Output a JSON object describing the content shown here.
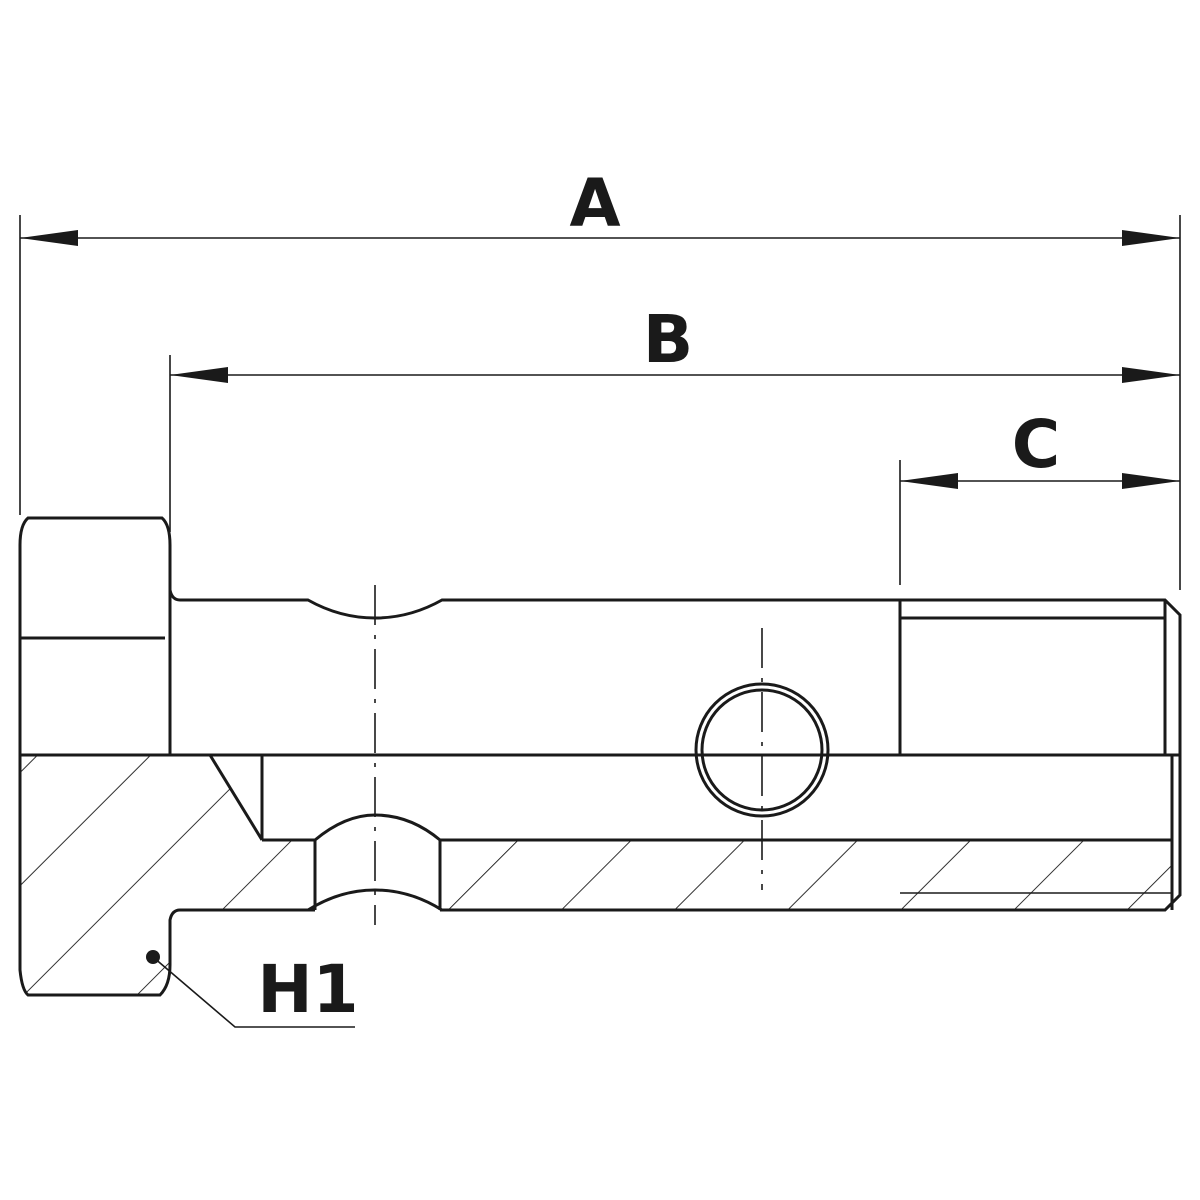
{
  "labels": {
    "a": "A",
    "b": "B",
    "c": "C",
    "h1": "H1"
  }
}
